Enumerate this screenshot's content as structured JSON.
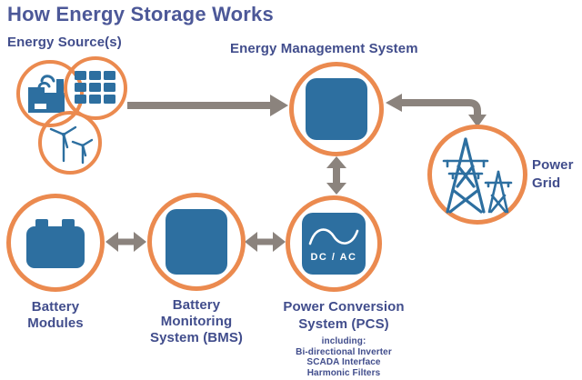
{
  "title": "How Energy Storage Works",
  "colors": {
    "accent_orange": "#EB8A4F",
    "icon_blue": "#2D6FA0",
    "text_blue": "#455293",
    "arrow_gray": "#8B837D"
  },
  "nodes": {
    "energy_sources": {
      "label": "Energy Source(s)",
      "icons": [
        "factory-icon",
        "solar-panel-icon",
        "wind-turbine-icon"
      ]
    },
    "ems": {
      "label": "Energy Management System",
      "icon": "blue-square"
    },
    "power_grid": {
      "lines": [
        "Power",
        "Grid"
      ],
      "icon": "transmission-tower-icon"
    },
    "battery_modules": {
      "lines": [
        "Battery",
        "Modules"
      ],
      "icon": "battery-icon"
    },
    "bms": {
      "lines": [
        "Battery",
        "Monitoring",
        "System (BMS)"
      ],
      "icon": "blue-square"
    },
    "pcs": {
      "lines": [
        "Power Conversion",
        "System (PCS)"
      ],
      "sublines": [
        "including:",
        "Bi-directional Inverter",
        "SCADA Interface",
        "Harmonic Filters"
      ],
      "badge": "DC / AC",
      "icon": "sine-wave-inverter-icon"
    }
  },
  "connections": [
    "energy-sources to ems (one-way right)",
    "ems to power-grid (left arrowhead + curve down arrowhead)",
    "ems to pcs (two-way vertical)",
    "battery-modules to bms (two-way horizontal)",
    "bms to pcs (two-way horizontal)"
  ]
}
